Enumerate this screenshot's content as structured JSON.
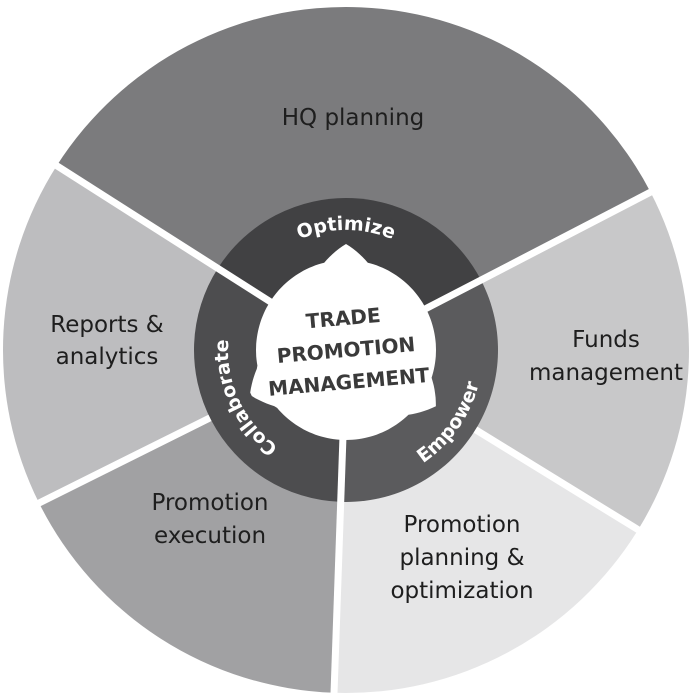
{
  "center": {
    "lines": [
      "TRADE",
      "PROMOTION",
      "MANAGEMENT"
    ]
  },
  "ring": [
    {
      "label": "Optimize",
      "color": "#414143"
    },
    {
      "label": "Empower",
      "color": "#5b5b5d"
    },
    {
      "label": "Collaborate",
      "color": "#4d4d4f"
    }
  ],
  "segments": [
    {
      "lines": [
        "HQ planning"
      ],
      "color": "#7b7b7d"
    },
    {
      "lines": [
        "Funds",
        "management"
      ],
      "color": "#c8c8c9"
    },
    {
      "lines": [
        "Promotion",
        "planning &",
        "optimization"
      ],
      "color": "#e6e6e7"
    },
    {
      "lines": [
        "Promotion",
        "execution"
      ],
      "color": "#a1a1a3"
    },
    {
      "lines": [
        "Reports &",
        "analytics"
      ],
      "color": "#bdbdbf"
    }
  ]
}
